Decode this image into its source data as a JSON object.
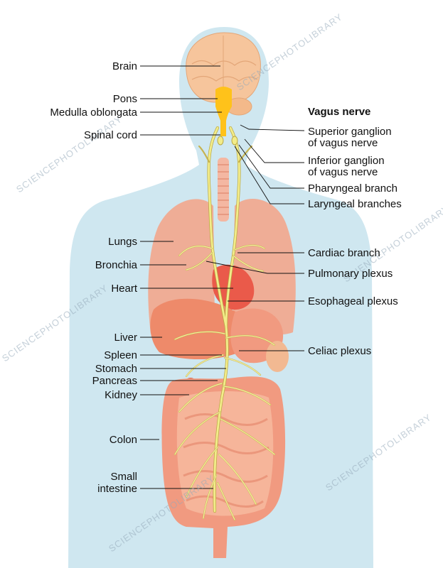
{
  "title": "Vagus nerve",
  "left_labels": {
    "brain": "Brain",
    "pons": "Pons",
    "medulla": "Medulla oblongata",
    "spinal_cord": "Spinal cord",
    "lungs": "Lungs",
    "bronchia": "Bronchia",
    "heart": "Heart",
    "liver": "Liver",
    "spleen": "Spleen",
    "stomach": "Stomach",
    "pancreas": "Pancreas",
    "kidney": "Kidney",
    "colon": "Colon",
    "small_intestine_1": "Small",
    "small_intestine_2": "intestine"
  },
  "right_labels": {
    "superior_ganglion_1": "Superior ganglion",
    "superior_ganglion_2": "of vagus nerve",
    "inferior_ganglion_1": "Inferior ganglion",
    "inferior_ganglion_2": "of vagus nerve",
    "pharyngeal": "Pharyngeal branch",
    "laryngeal": "Laryngeal branches",
    "cardiac": "Cardiac branch",
    "pulmonary": "Pulmonary plexus",
    "esophageal": "Esophageal plexus",
    "celiac": "Celiac plexus"
  },
  "watermark": "SCIENCEPHOTOLIBRARY",
  "colors": {
    "body": "#cfe7f0",
    "brain": "#f6c59c",
    "pons": "#ffc21a",
    "lungs": "#f2a68c",
    "organs": "#ee8a6a",
    "nerve": "#f2ec8a",
    "nerve_outline": "#b8a640",
    "leader": "#111111"
  }
}
